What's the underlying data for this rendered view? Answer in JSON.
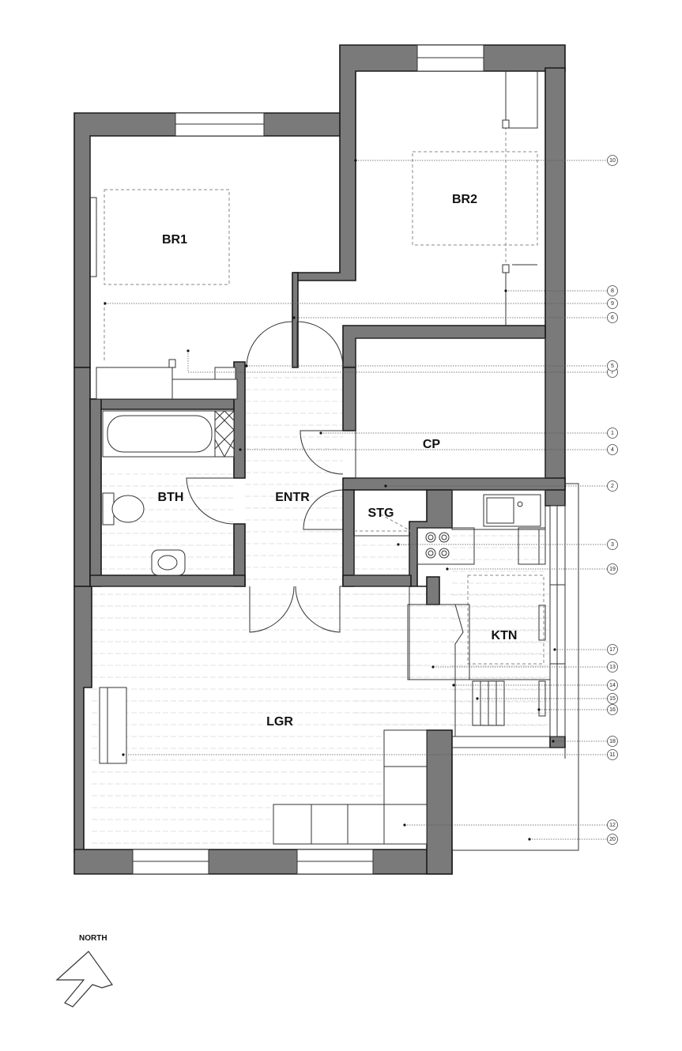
{
  "rooms": {
    "br1": "BR1",
    "br2": "BR2",
    "cp": "CP",
    "bth": "BTH",
    "entr": "ENTR",
    "stg": "STG",
    "ktn": "KTN",
    "lgr": "LGR"
  },
  "callouts": [
    "10",
    "8",
    "9",
    "6",
    "7",
    "5",
    "1",
    "4",
    "2",
    "3",
    "19",
    "17",
    "13",
    "14",
    "15",
    "16",
    "18",
    "11",
    "12",
    "20"
  ],
  "north": {
    "label": "NORTH"
  },
  "colors": {
    "wall": "#7a7a7a",
    "outline": "#1a1a1a",
    "floor_line": "#d6d6d6"
  }
}
